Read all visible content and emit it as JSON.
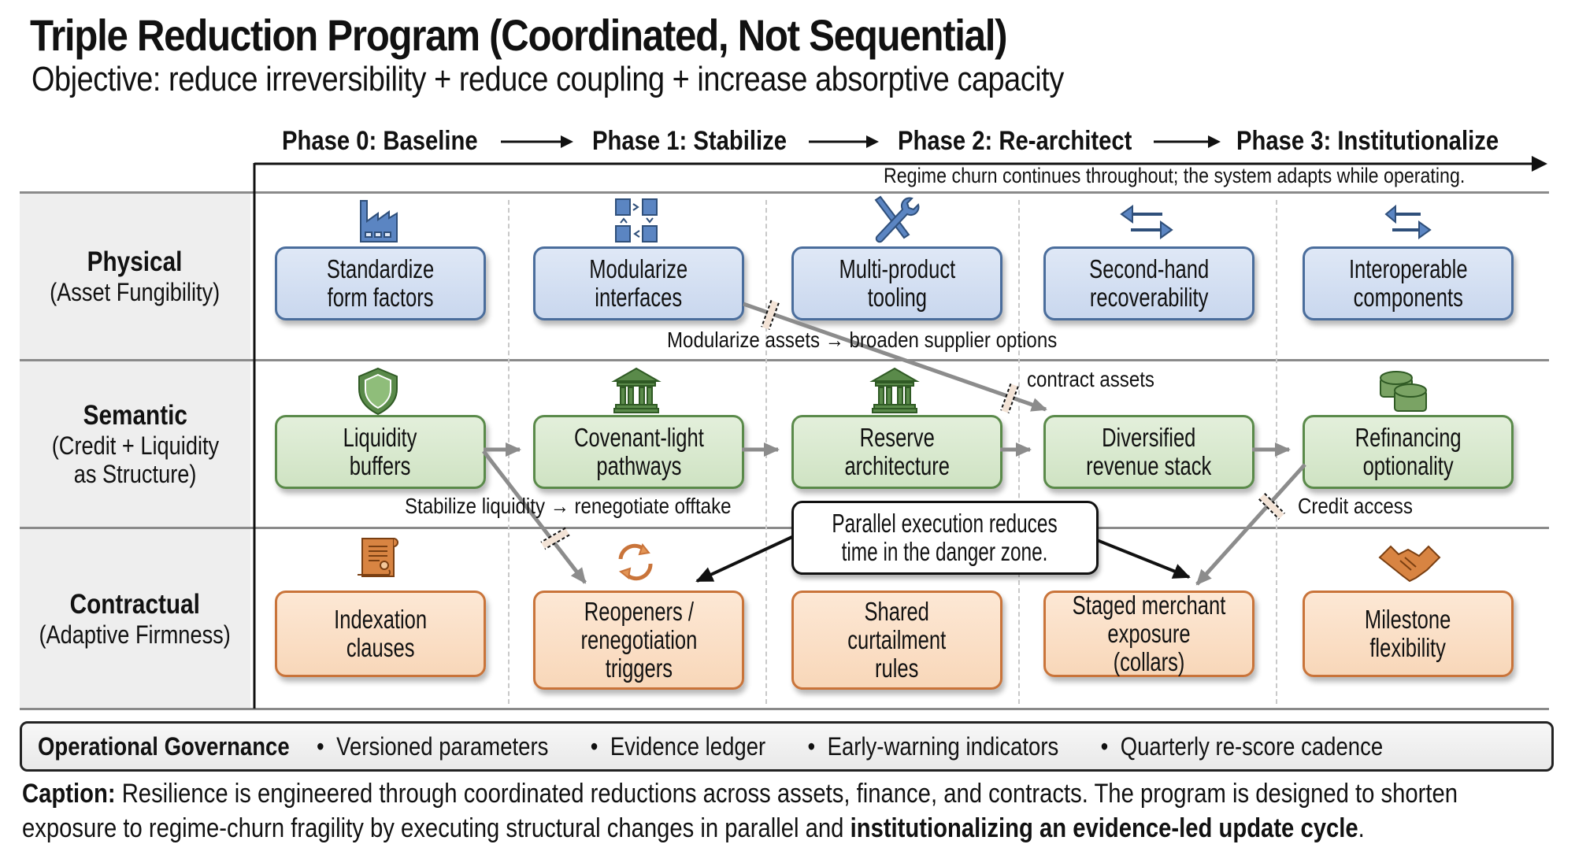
{
  "title": "Triple Reduction Program (Coordinated, Not Sequential)",
  "subtitle": "Objective: reduce irreversibility + reduce coupling + increase absorptive capacity",
  "phases": [
    {
      "label": "Phase 0: Baseline"
    },
    {
      "label": "Phase 1: Stabilize"
    },
    {
      "label": "Phase 2: Re-architect"
    },
    {
      "label": "Phase 3: Institutionalize"
    }
  ],
  "timeline_note": "Regime churn continues throughout; the system adapts while operating.",
  "rows": [
    {
      "title": "Physical",
      "subtitle_lines": [
        "(Asset Fungibility)"
      ],
      "color": "#4a6d9c",
      "items": [
        {
          "icon": "factory-icon",
          "label_lines": [
            "Standardize",
            "form factors"
          ]
        },
        {
          "icon": "modular-interfaces-icon",
          "label_lines": [
            "Modularize",
            "interfaces"
          ]
        },
        {
          "icon": "tools-icon",
          "label_lines": [
            "Multi-product",
            "tooling"
          ]
        },
        {
          "icon": "swap-arrows-icon",
          "label_lines": [
            "Second-hand",
            "recoverability"
          ]
        },
        {
          "icon": "exchange-arrows-icon",
          "label_lines": [
            "Interoperable",
            "components"
          ]
        }
      ]
    },
    {
      "title": "Semantic",
      "subtitle_lines": [
        "(Credit + Liquidity",
        "as Structure)"
      ],
      "color": "#5a8a4a",
      "items": [
        {
          "icon": "shield-icon",
          "label_lines": [
            "Liquidity",
            "buffers"
          ]
        },
        {
          "icon": "bank-icon",
          "label_lines": [
            "Covenant-light",
            "pathways"
          ]
        },
        {
          "icon": "bank-icon",
          "label_lines": [
            "Reserve",
            "architecture"
          ]
        },
        {
          "icon": "",
          "label_lines": [
            "Diversified",
            "revenue stack"
          ]
        },
        {
          "icon": "coins-icon",
          "label_lines": [
            "Refinancing",
            "optionality"
          ]
        }
      ]
    },
    {
      "title": "Contractual",
      "subtitle_lines": [
        "(Adaptive Firmness)"
      ],
      "color": "#c9743a",
      "items": [
        {
          "icon": "scroll-certificate-icon",
          "label_lines": [
            "Indexation",
            "clauses"
          ]
        },
        {
          "icon": "refresh-cycle-icon",
          "label_lines": [
            "Reopeners /",
            "renegotiation",
            "triggers"
          ]
        },
        {
          "icon": "",
          "label_lines": [
            "Shared",
            "curtailment",
            "rules"
          ]
        },
        {
          "icon": "",
          "label_lines": [
            "Staged merchant",
            "exposure (collars)"
          ]
        },
        {
          "icon": "handshake-icon",
          "label_lines": [
            "Milestone",
            "flexibility"
          ]
        }
      ]
    }
  ],
  "link_notes": {
    "modularize": "Modularize assets → broaden supplier options",
    "contract_assets": "contract assets",
    "stabilize": "Stabilize liquidity → renegotiate offtake",
    "credit_access": "Credit access"
  },
  "callout": [
    "Parallel execution reduces",
    "time in the danger zone."
  ],
  "governance": {
    "title": "Operational Governance",
    "items": [
      "Versioned parameters",
      "Evidence ledger",
      "Early-warning indicators",
      "Quarterly re-score cadence"
    ]
  },
  "caption": {
    "label": "Caption:",
    "text": "Resilience is engineered through coordinated reductions across assets, finance, and contracts. The program is designed to shorten exposure to regime-churn fragility by executing structural changes in parallel and",
    "bold_tail": "institutionalizing an evidence-led update cycle",
    "end": "."
  },
  "colors": {
    "physical_border": "#4a6d9c",
    "semantic_border": "#5a8a4a",
    "contractual_border": "#c9743a",
    "link_gray": "#8c8c8c"
  }
}
